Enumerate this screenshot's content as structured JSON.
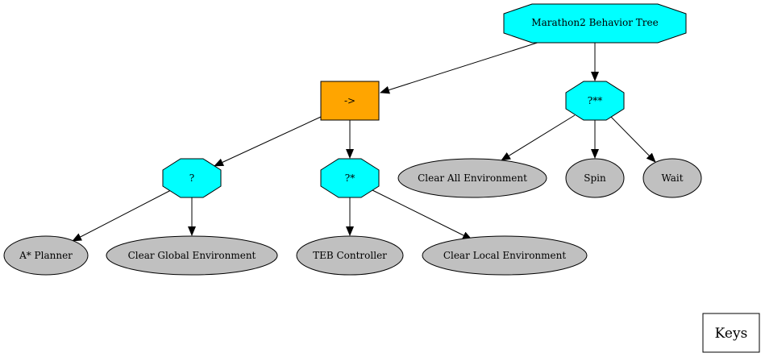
{
  "diagram": {
    "title": "Marathon2 Behavior Tree",
    "colors": {
      "composite": "#00ffff",
      "sequence": "#ffa500",
      "action": "#c0c0c0",
      "stroke": "#000000"
    },
    "nodes": {
      "root": {
        "label": "Marathon2 Behavior Tree",
        "kind": "octagon"
      },
      "sequence": {
        "label": "->",
        "kind": "box"
      },
      "fallback_recovery": {
        "label": "?**",
        "kind": "octagon"
      },
      "fallback_plan": {
        "label": "?",
        "kind": "octagon"
      },
      "fallback_control": {
        "label": "?*",
        "kind": "octagon"
      },
      "clear_all": {
        "label": "Clear All Environment",
        "kind": "ellipse"
      },
      "spin": {
        "label": "Spin",
        "kind": "ellipse"
      },
      "wait": {
        "label": "Wait",
        "kind": "ellipse"
      },
      "astar": {
        "label": "A* Planner",
        "kind": "ellipse"
      },
      "clear_global": {
        "label": "Clear Global Environment",
        "kind": "ellipse"
      },
      "teb": {
        "label": "TEB Controller",
        "kind": "ellipse"
      },
      "clear_local": {
        "label": "Clear Local Environment",
        "kind": "ellipse"
      }
    },
    "edges": [
      [
        "root",
        "sequence"
      ],
      [
        "root",
        "fallback_recovery"
      ],
      [
        "sequence",
        "fallback_plan"
      ],
      [
        "sequence",
        "fallback_control"
      ],
      [
        "fallback_recovery",
        "clear_all"
      ],
      [
        "fallback_recovery",
        "spin"
      ],
      [
        "fallback_recovery",
        "wait"
      ],
      [
        "fallback_plan",
        "astar"
      ],
      [
        "fallback_plan",
        "clear_global"
      ],
      [
        "fallback_control",
        "teb"
      ],
      [
        "fallback_control",
        "clear_local"
      ]
    ],
    "keys_label": "Keys"
  }
}
